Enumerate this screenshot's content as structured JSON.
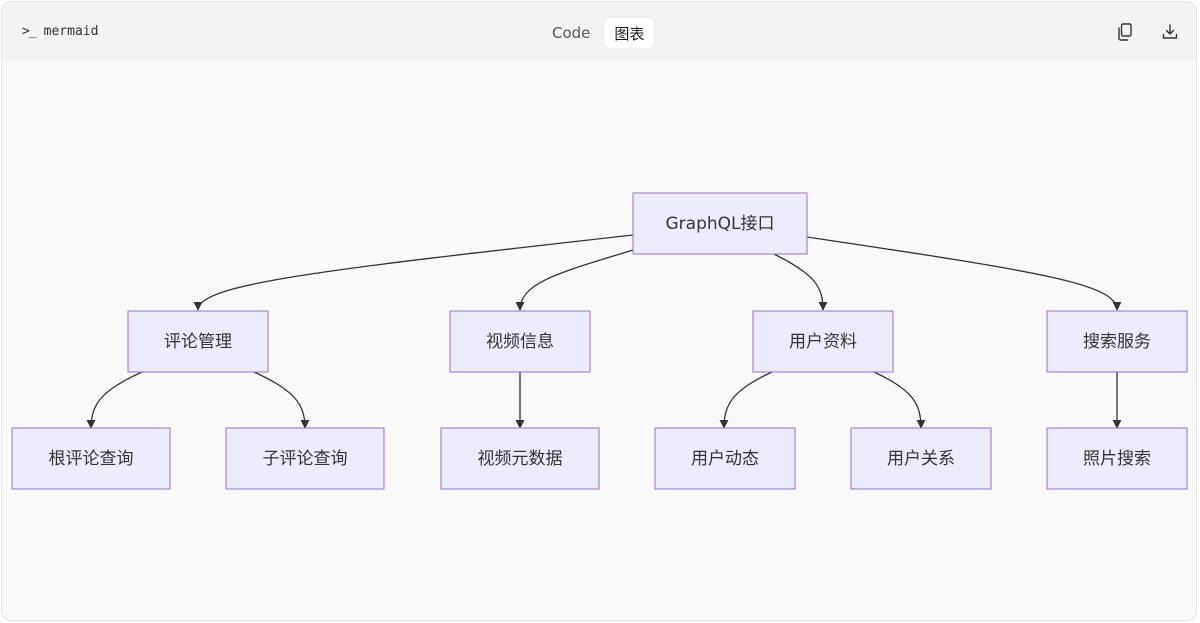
{
  "toolbar": {
    "language": "mermaid",
    "prompt_icon": "terminal-prompt-icon",
    "tabs": [
      {
        "label": "Code",
        "active": false
      },
      {
        "label": "图表",
        "active": true
      }
    ],
    "copy_icon": "copy-icon",
    "download_icon": "download-icon"
  },
  "diagram": {
    "type": "flowchart-top-down",
    "node_fill": "#ECECFE",
    "node_stroke": "#9370DB",
    "nodes": {
      "root": {
        "label": "GraphQL接口"
      },
      "comment": {
        "label": "评论管理"
      },
      "video": {
        "label": "视频信息"
      },
      "user": {
        "label": "用户资料"
      },
      "search": {
        "label": "搜索服务"
      },
      "root_comment": {
        "label": "根评论查询"
      },
      "sub_comment": {
        "label": "子评论查询"
      },
      "video_meta": {
        "label": "视频元数据"
      },
      "user_feed": {
        "label": "用户动态"
      },
      "user_relation": {
        "label": "用户关系"
      },
      "photo_search": {
        "label": "照片搜索"
      }
    },
    "edges": [
      [
        "root",
        "comment"
      ],
      [
        "root",
        "video"
      ],
      [
        "root",
        "user"
      ],
      [
        "root",
        "search"
      ],
      [
        "comment",
        "root_comment"
      ],
      [
        "comment",
        "sub_comment"
      ],
      [
        "video",
        "video_meta"
      ],
      [
        "user",
        "user_feed"
      ],
      [
        "user",
        "user_relation"
      ],
      [
        "search",
        "photo_search"
      ]
    ]
  }
}
